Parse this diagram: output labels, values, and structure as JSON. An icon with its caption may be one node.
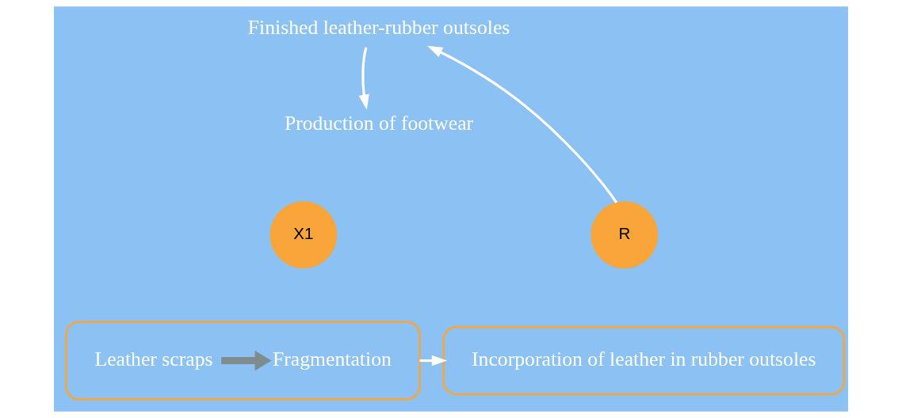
{
  "diagram": {
    "nodes": [
      {
        "text": [
          "Finished leather-rubber outsoles"
        ]
      },
      {
        "text": [
          "Production of footwear"
        ]
      },
      {
        "text": [
          "X1"
        ]
      },
      {
        "text": [
          "R"
        ]
      },
      {
        "text": [],
        "shape": "box"
      },
      {
        "text": [
          "Leather scraps"
        ],
        "in": 4
      },
      {
        "text": [
          "Fragmentation"
        ],
        "in": 4
      },
      {
        "text": [
          "Incorporation of leather in rubber outsoles"
        ]
      }
    ],
    "edges": [
      {
        "from": 0,
        "to": 1,
        "arrow": "to"
      },
      {
        "from": 3,
        "to": 0,
        "arrow": "to"
      },
      {
        "from": 5,
        "to": 6,
        "arrow": "to",
        "style": "thick",
        "color": "#7f8c8d"
      },
      {
        "from": 4,
        "to": 7,
        "arrow": "to"
      }
    ]
  }
}
